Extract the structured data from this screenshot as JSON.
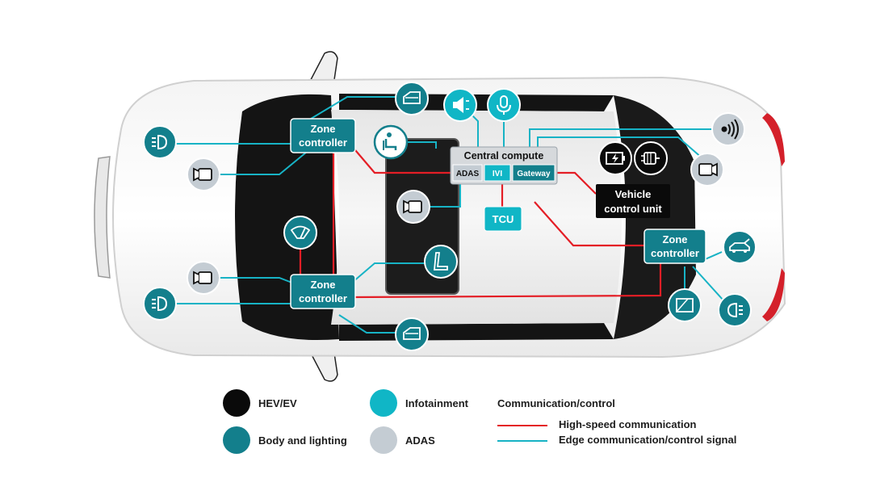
{
  "colors": {
    "hev_ev": "#0a0a0a",
    "body_lighting": "#137f8c",
    "infotainment": "#10b6c6",
    "adas": "#c4ccd3",
    "high_speed": "#e41e26",
    "edge": "#17b3c5"
  },
  "boxes": {
    "zone_front": [
      "Zone",
      "controller"
    ],
    "zone_rear": [
      "Zone",
      "controller"
    ],
    "zone_right": [
      "Zone",
      "controller"
    ],
    "central_compute": "Central compute",
    "adas": "ADAS",
    "ivi": "IVI",
    "gateway": "Gateway",
    "tcu": "TCU",
    "vcu": [
      "Vehicle",
      "control unit"
    ]
  },
  "icons": [
    "headlight-icon",
    "camera-icon",
    "wiper-icon",
    "door-icon",
    "seat-icon",
    "speaker-icon",
    "microphone-icon",
    "sensor-wave-icon",
    "battery-charge-icon",
    "motor-icon",
    "trunk-icon",
    "taillight-icon"
  ],
  "legend": {
    "hev_ev": "HEV/EV",
    "body_lighting": "Body and lighting",
    "infotainment": "Infotainment",
    "adas": "ADAS",
    "comm_title": "Communication/control",
    "high_speed": "High-speed communication",
    "edge": "Edge communication/control signal"
  }
}
